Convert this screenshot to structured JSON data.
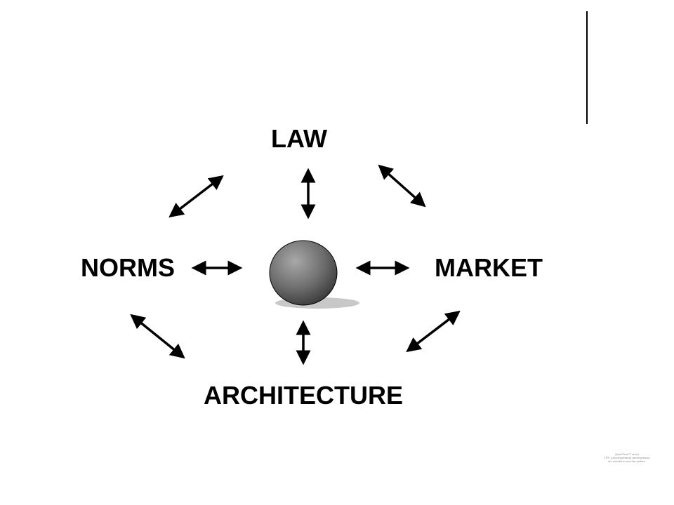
{
  "diagram": {
    "nodes": {
      "law": "LAW",
      "norms": "NORMS",
      "market": "MARKET",
      "architecture": "ARCHITECTURE"
    },
    "colors": {
      "text": "#000000",
      "arrow": "#000000",
      "sphere_light": "#9a9a9a",
      "sphere_dark": "#4a4a4a",
      "shadow": "#c8c8c8",
      "divider": "#000000"
    }
  },
  "placeholder": {
    "line1": "QuickTime™ and a",
    "line2": "TIFF (Uncompressed) decompressor",
    "line3": "are needed to see this picture."
  }
}
